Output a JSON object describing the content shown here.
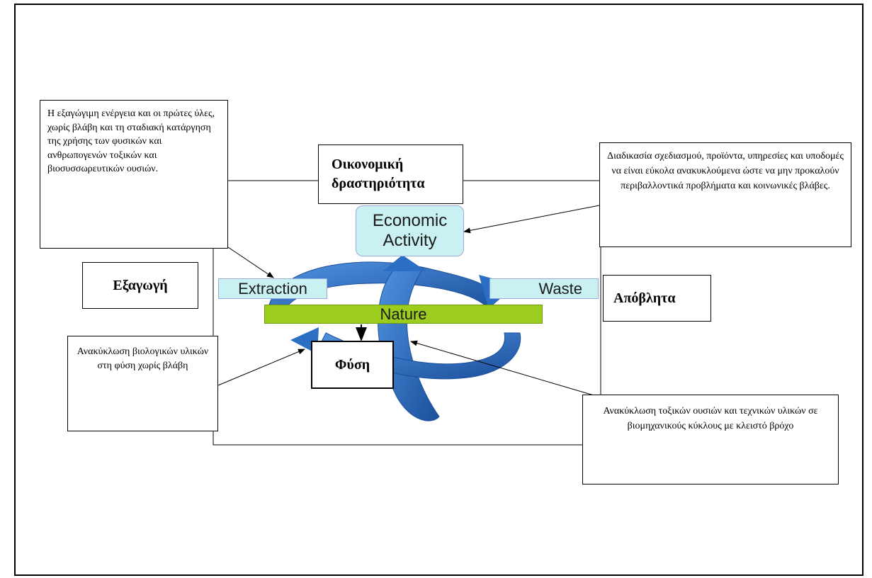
{
  "diagram": {
    "notes": {
      "top_left": "Η εξαγώγιμη ενέργεια και οι πρώτες ύλες, χωρίς βλάβη και τη σταδιακή κατάργηση της χρήσης των φυσικών και ανθρωπογενών τοξικών και βιοσυσσωρευτικών ουσιών.",
      "top_right": "Διαδικασία σχεδιασμού, προϊόντα, υπηρεσίες και υποδομές να είναι εύκολα ανακυκλούμενα ώστε να μην προκαλούν περιβαλλοντικά προβλήματα και κοινωνικές βλάβες.",
      "bottom_left": "Ανακύκλωση βιολογικών υλικών στη φύση χωρίς βλάβη",
      "bottom_right": "Ανακύκλωση τοξικών ουσιών και τεχνικών υλικών σε βιομηχανικούς κύκλους με κλειστό βρόχο"
    },
    "greek_labels": {
      "economic_activity": "Οικονομική δραστηριότητα",
      "extraction": "Εξαγωγή",
      "waste": "Απόβλητα",
      "nature": "Φύση"
    },
    "figure_labels": {
      "economic_activity": "Economic Activity",
      "extraction": "Extraction",
      "waste": "Waste",
      "nature": "Nature"
    },
    "colors": {
      "arrow_blue": "#2a6fc4",
      "pill_cyan": "#c9f1f1",
      "nature_green": "#9ccc1e"
    }
  }
}
